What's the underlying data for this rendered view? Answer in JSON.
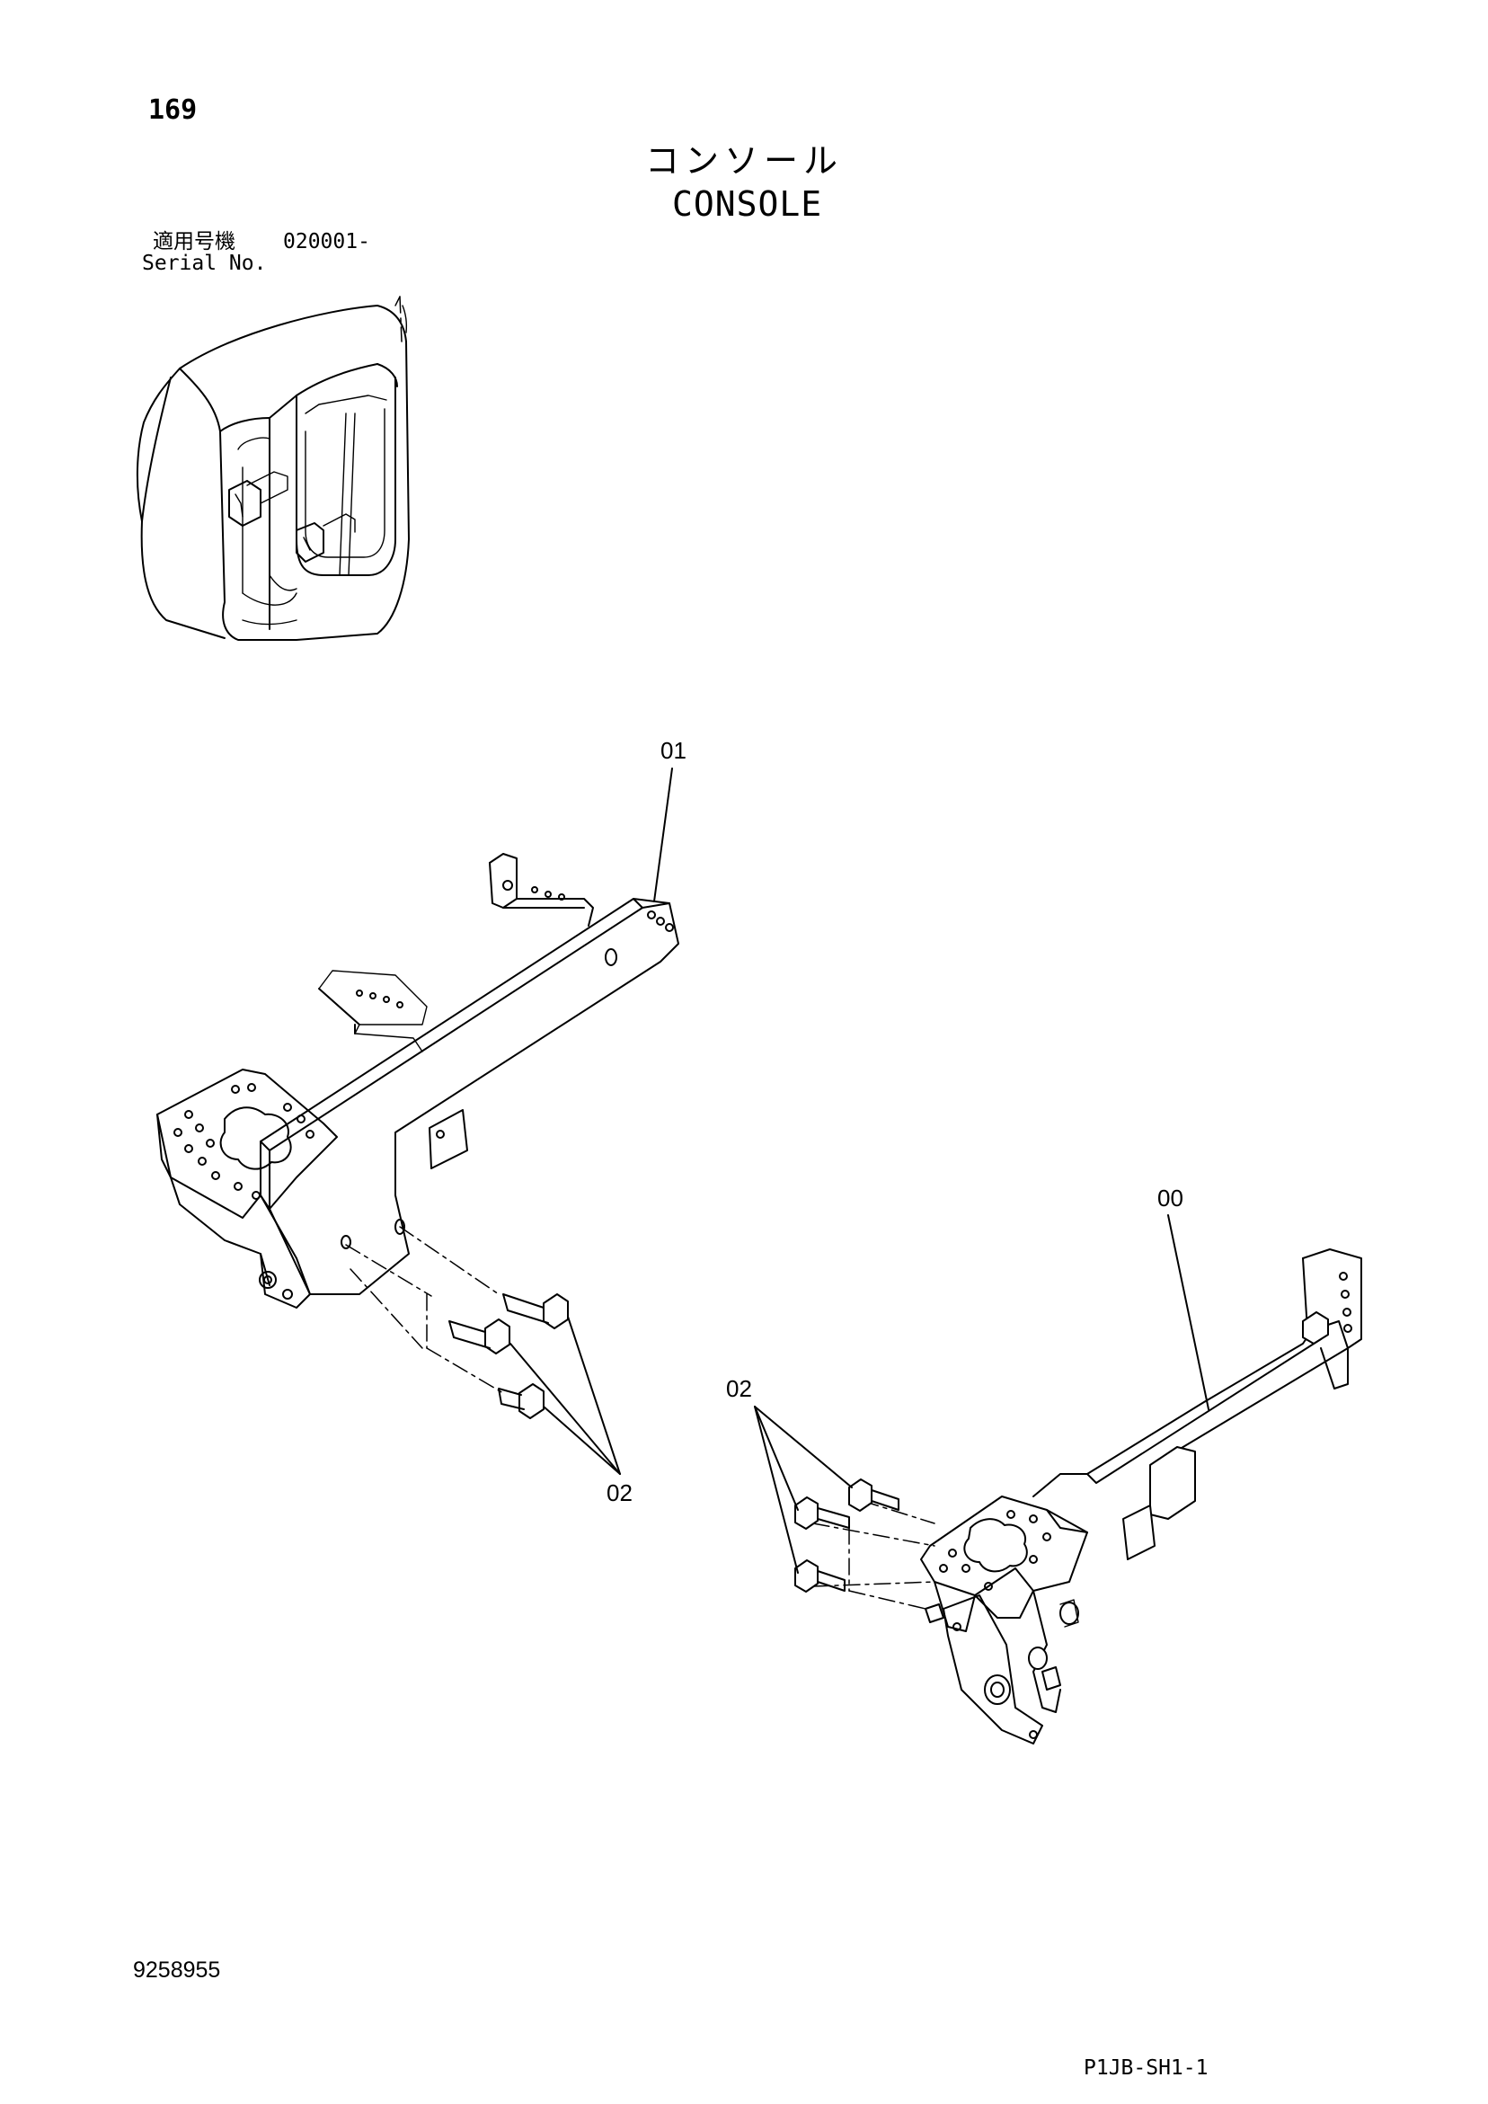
{
  "page_number": "169",
  "title_jp": "コンソール",
  "title_en": "CONSOLE",
  "serial": {
    "label_jp": "適用号機",
    "label_en": "Serial No.",
    "range": "020001-"
  },
  "callouts": {
    "part_01": "01",
    "part_00": "00",
    "part_02_left": "02",
    "part_02_right": "02"
  },
  "doc_number": "9258955",
  "ref_code": "P1JB-SH1-1"
}
